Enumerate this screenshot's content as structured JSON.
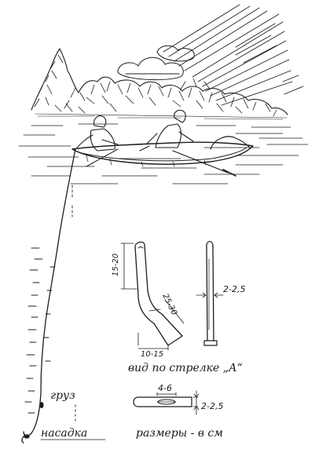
{
  "labels": {
    "weight": "груз",
    "bait": "насадка",
    "view_caption": "вид по стрелке „А“",
    "units_note": "размеры - в см",
    "dim_top": "15-20",
    "dim_bend": "25-30",
    "dim_base": "10-15",
    "dim_rod": "2-2,5",
    "dim_slot_len": "4-6",
    "dim_slot_w": "2-2,5"
  }
}
